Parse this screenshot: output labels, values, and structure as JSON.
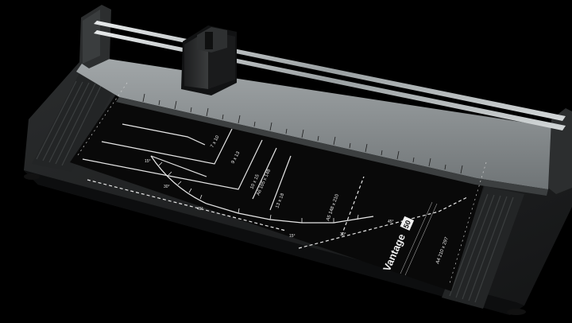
{
  "product": {
    "brand": "Vantage",
    "model": "50"
  },
  "paper_formats": [
    "7 x 10",
    "9 x 13",
    "10 x 15",
    "A6 105 x 148",
    "13 x 18",
    "A5 148 x 210",
    "A4 210 x 297"
  ],
  "angle_marks": [
    "15°",
    "30°",
    "45°",
    "15°",
    "30°",
    "45°"
  ],
  "colors": {
    "background": "#000000",
    "base": "#1a1b1c",
    "board": "#0a0a0a",
    "guide_rail": "#8e9496",
    "rod": "#c8cccd"
  }
}
